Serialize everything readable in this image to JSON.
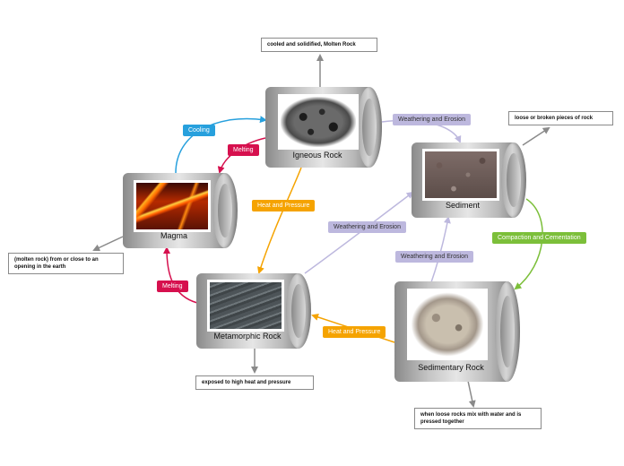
{
  "nodes": {
    "igneous": "Igneous Rock",
    "magma": "Magma",
    "sediment": "Sediment",
    "metamorphic": "Metamorphic Rock",
    "sedimentary": "Sedimentary Rock"
  },
  "processes": {
    "cooling": "Cooling",
    "melting_top": "Melting",
    "melting_bottom": "Melting",
    "heat_pressure_top": "Heat and Pressure",
    "heat_pressure_bottom": "Heat and Pressure",
    "weathering_top": "Weathering and Erosion",
    "weathering_mid": "Weathering and Erosion",
    "weathering_bottom": "Weathering and Erosion",
    "compaction": "Compaction and Cementation"
  },
  "notes": {
    "igneous": "cooled and solidified, Molten Rock",
    "sediment": "loose or broken pieces of rock",
    "magma": "(molten rock) from or close to an opening in the earth",
    "metamorphic": "exposed to high heat and pressure",
    "sedimentary": "when loose rocks mix with water and is pressed together"
  },
  "colors": {
    "cooling": "#27a0dd",
    "melting": "#d6104e",
    "heat_pressure": "#f5a300",
    "weathering": "#bdb8de",
    "compaction": "#7cbf3a",
    "note_connector": "#8a8a8a"
  }
}
